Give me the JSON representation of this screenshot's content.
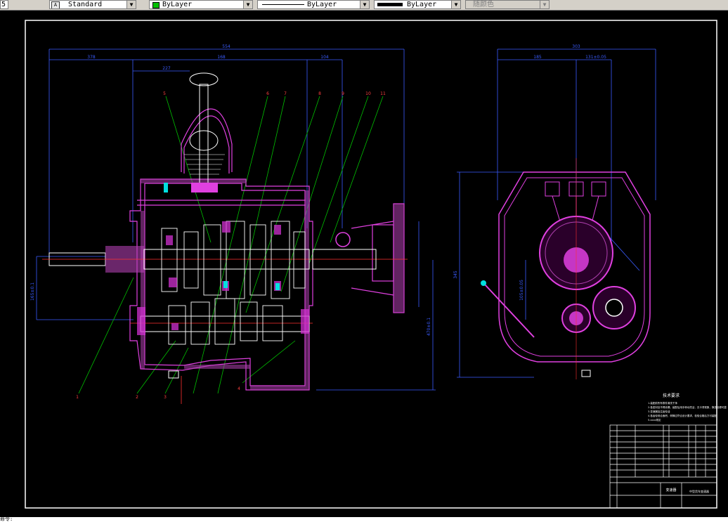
{
  "toolbar": {
    "left_fragment": "5",
    "text_style": "Standard",
    "layer": "ByLayer",
    "linetype": "ByLayer",
    "lineweight": "ByLayer",
    "plot_style": "随颜色",
    "layer_color": "#00c000"
  },
  "dimensions": {
    "d_top_total": "554",
    "d_left": "378",
    "d_mid": "168",
    "d_227": "227",
    "d_right": "104",
    "d_side_total": "303",
    "d_side_left": "185",
    "d_side_right": "131±0.05",
    "d_vert_left": "165±0.1",
    "d_vert_right": "470±0.1",
    "d_side_vert": "345",
    "d_side_inner": "105±0.05"
  },
  "callouts": [
    "1",
    "2",
    "3",
    "4",
    "5",
    "6",
    "7",
    "8",
    "9",
    "10",
    "11"
  ],
  "notes": {
    "title": "技术要求",
    "lines": [
      "1.装配前所有零件清洗干净",
      "2.各密封处不得渗漏，装配后用手转动灵活，无卡滞现象，换挡轻便可靠",
      "3.变速器加注齿轮油",
      "4.各齿轮啮合面积、侧隙应符合设计要求，检验合格后方可装配",
      "5.xxxx规定"
    ]
  },
  "titleblock": {
    "name": "变速器",
    "drawing_no": "中型货车变速器"
  },
  "command_line": "命令:"
}
